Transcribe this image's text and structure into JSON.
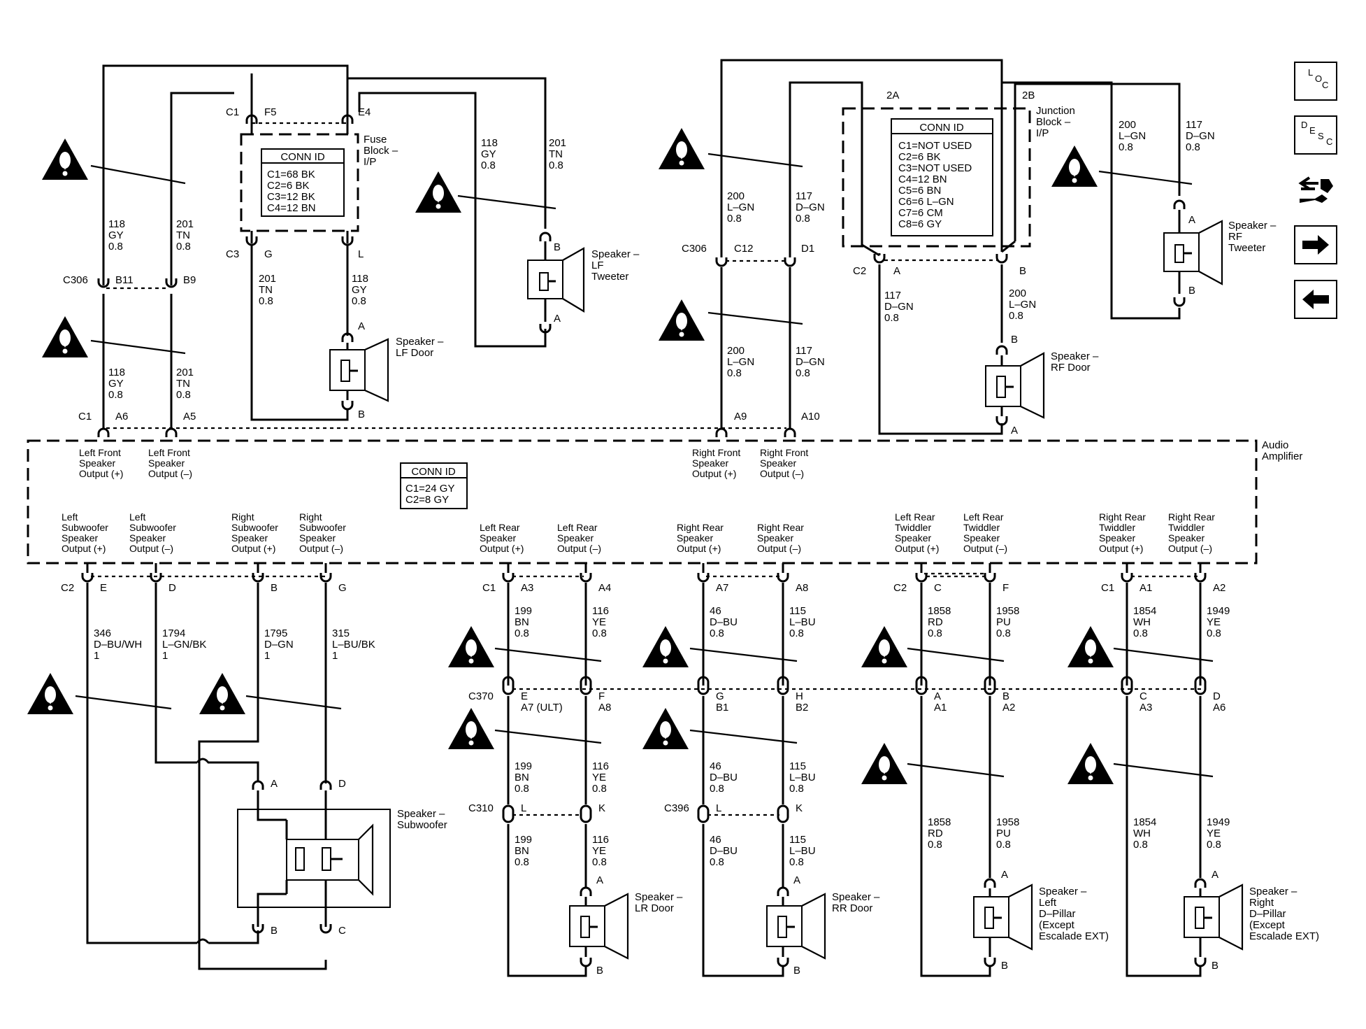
{
  "nav": {
    "loc": {
      "l1": "L",
      "l2": "O",
      "l3": "C"
    },
    "desc": {
      "l1": "D",
      "l2": "E",
      "l3": "S",
      "l4": "C"
    }
  },
  "fuse_block": {
    "label1": "Fuse",
    "label2": "Block –",
    "label3": "I/P",
    "conn_title": "CONN ID",
    "conns": [
      "C1=68 BK",
      "C2=6 BK",
      "C3=12 BK",
      "C4=12 BN"
    ],
    "c1": "C1",
    "f5": "F5",
    "e4": "E4",
    "c3": "C3",
    "g": "G",
    "l": "L"
  },
  "junction_block": {
    "label1": "Junction",
    "label2": "Block –",
    "label3": "I/P",
    "conn_title": "CONN ID",
    "conns": [
      "C1=NOT USED",
      "C2=6 BK",
      "C3=NOT USED",
      "C4=12 BN",
      "C5=6 BN",
      "C6=6 L–GN",
      "C7=6 CM",
      "C8=6 GY"
    ],
    "s2a": "2A",
    "s2b": "2B",
    "c2": "C2",
    "a": "A",
    "b": "B"
  },
  "amp": {
    "label1": "Audio",
    "label2": "Amplifier",
    "conn_title": "CONN ID",
    "conns": [
      "C1=24 GY",
      "C2=8 GY"
    ],
    "lf_pos": [
      "Left Front",
      "Speaker",
      "Output (+)"
    ],
    "lf_neg": [
      "Left Front",
      "Speaker",
      "Output (–)"
    ],
    "rf_pos": [
      "Right Front",
      "Speaker",
      "Output (+)"
    ],
    "rf_neg": [
      "Right Front",
      "Speaker",
      "Output (–)"
    ],
    "lsub_pos": [
      "Left",
      "Subwoofer",
      "Speaker",
      "Output (+)"
    ],
    "lsub_neg": [
      "Left",
      "Subwoofer",
      "Speaker",
      "Output (–)"
    ],
    "rsub_pos": [
      "Right",
      "Subwoofer",
      "Speaker",
      "Output (+)"
    ],
    "rsub_neg": [
      "Right",
      "Subwoofer",
      "Speaker",
      "Output (–)"
    ],
    "lr_pos": [
      "Left Rear",
      "Speaker",
      "Output (+)"
    ],
    "lr_neg": [
      "Left Rear",
      "Speaker",
      "Output (–)"
    ],
    "rr_pos": [
      "Right Rear",
      "Speaker",
      "Output (+)"
    ],
    "rr_neg": [
      "Right Rear",
      "Speaker",
      "Output (–)"
    ],
    "lrt_pos": [
      "Left Rear",
      "Twiddler",
      "Speaker",
      "Output (+)"
    ],
    "lrt_neg": [
      "Left Rear",
      "Twiddler",
      "Speaker",
      "Output (–)"
    ],
    "rrt_pos": [
      "Right Rear",
      "Twiddler",
      "Speaker",
      "Output (+)"
    ],
    "rrt_neg": [
      "Right Rear",
      "Twiddler",
      "Speaker",
      "Output (–)"
    ]
  },
  "pins": {
    "c306a": "C306",
    "b11": "B11",
    "b9": "B9",
    "c1a": "C1",
    "a6": "A6",
    "a5": "A5",
    "c306b": "C306",
    "c12": "C12",
    "d1": "D1",
    "a9": "A9",
    "a10": "A10",
    "c2l": "C2",
    "e": "E",
    "d": "D",
    "b": "B",
    "g": "G",
    "c1m": "C1",
    "a3": "A3",
    "a4": "A4",
    "a7": "A7",
    "a8": "A8",
    "c2r": "C2",
    "c": "C",
    "f": "F",
    "c1r": "C1",
    "a1": "A1",
    "a2": "A2",
    "c370": "C370",
    "e2": "E",
    "a7ult": "A7 (ULT)",
    "f2": "F",
    "a8b": "A8",
    "g2": "G",
    "b1": "B1",
    "h": "H",
    "b2": "B2",
    "a_p": "A",
    "a1b": "A1",
    "b_p": "B",
    "a2b": "A2",
    "c_p": "C",
    "a3b": "A3",
    "d_p": "D",
    "a6b": "A6",
    "c310": "C310",
    "l1": "L",
    "k1": "K",
    "c396": "C396",
    "l2": "L",
    "k2": "K"
  },
  "wires": {
    "w118gy_1": [
      "118",
      "GY",
      "0.8"
    ],
    "w201tn_1": [
      "201",
      "TN",
      "0.8"
    ],
    "w118gy_2": [
      "118",
      "GY",
      "0.8"
    ],
    "w201tn_2": [
      "201",
      "TN",
      "0.8"
    ],
    "w201tn_3": [
      "201",
      "TN",
      "0.8"
    ],
    "w118gy_3": [
      "118",
      "GY",
      "0.8"
    ],
    "w118gy_4": [
      "118",
      "GY",
      "0.8"
    ],
    "w201tn_4": [
      "201",
      "TN",
      "0.8"
    ],
    "w200lgn_1": [
      "200",
      "L–GN",
      "0.8"
    ],
    "w117dgn_1": [
      "117",
      "D–GN",
      "0.8"
    ],
    "w200lgn_2": [
      "200",
      "L–GN",
      "0.8"
    ],
    "w117dgn_2": [
      "117",
      "D–GN",
      "0.8"
    ],
    "w200lgn_3": [
      "200",
      "L–GN",
      "0.8"
    ],
    "w117dgn_3": [
      "117",
      "D–GN",
      "0.8"
    ],
    "w117dgn_4": [
      "117",
      "D–GN",
      "0.8"
    ],
    "w200lgn_4": [
      "200",
      "L–GN",
      "0.8"
    ],
    "w346": [
      "346",
      "D–BU/WH",
      "1"
    ],
    "w1794": [
      "1794",
      "L–GN/BK",
      "1"
    ],
    "w1795": [
      "1795",
      "D–GN",
      "1"
    ],
    "w315": [
      "315",
      "L–BU/BK",
      "1"
    ],
    "w199a": [
      "199",
      "BN",
      "0.8"
    ],
    "w116a": [
      "116",
      "YE",
      "0.8"
    ],
    "w46a": [
      "46",
      "D–BU",
      "0.8"
    ],
    "w115a": [
      "115",
      "L–BU",
      "0.8"
    ],
    "w1858a": [
      "1858",
      "RD",
      "0.8"
    ],
    "w1958a": [
      "1958",
      "PU",
      "0.8"
    ],
    "w1854a": [
      "1854",
      "WH",
      "0.8"
    ],
    "w1949a": [
      "1949",
      "YE",
      "0.8"
    ],
    "w199b": [
      "199",
      "BN",
      "0.8"
    ],
    "w116b": [
      "116",
      "YE",
      "0.8"
    ],
    "w46b": [
      "46",
      "D–BU",
      "0.8"
    ],
    "w115b": [
      "115",
      "L–BU",
      "0.8"
    ],
    "w199c": [
      "199",
      "BN",
      "0.8"
    ],
    "w116c": [
      "116",
      "YE",
      "0.8"
    ],
    "w46c": [
      "46",
      "D–BU",
      "0.8"
    ],
    "w115c": [
      "115",
      "L–BU",
      "0.8"
    ],
    "w1858b": [
      "1858",
      "RD",
      "0.8"
    ],
    "w1958b": [
      "1958",
      "PU",
      "0.8"
    ],
    "w1854b": [
      "1854",
      "WH",
      "0.8"
    ],
    "w1949b": [
      "1949",
      "YE",
      "0.8"
    ]
  },
  "speakers": {
    "lf_tweeter": [
      "Speaker –",
      "LF",
      "Tweeter"
    ],
    "lf_door": [
      "Speaker –",
      "LF Door"
    ],
    "rf_tweeter": [
      "Speaker –",
      "RF",
      "Tweeter"
    ],
    "rf_door": [
      "Speaker –",
      "RF Door"
    ],
    "subwoofer": [
      "Speaker –",
      "Subwoofer"
    ],
    "lr_door": [
      "Speaker –",
      "LR Door"
    ],
    "rr_door": [
      "Speaker –",
      "RR Door"
    ],
    "left_dpillar": [
      "Speaker –",
      "Left",
      "D–Pillar",
      "(Except",
      "Escalade EXT)"
    ],
    "right_dpillar": [
      "Speaker –",
      "Right",
      "D–Pillar",
      "(Except",
      "Escalade EXT)"
    ],
    "pin_a": "A",
    "pin_b": "B",
    "pin_c": "C",
    "pin_d": "D"
  }
}
